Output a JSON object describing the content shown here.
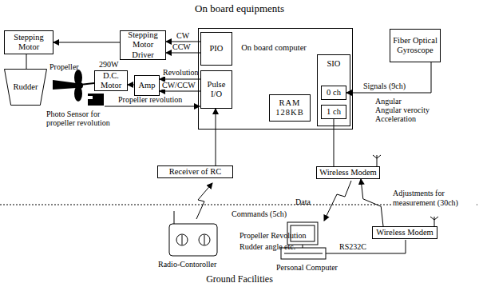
{
  "diagram": {
    "title": "On board equipments",
    "nodes": [
      {
        "text": [
          "Stepping Motor"
        ]
      },
      {
        "text": [
          "Stepping Motor Driver"
        ]
      },
      {
        "text": [
          "On board computer"
        ]
      },
      {
        "text": [
          "PIO"
        ],
        "in": 2
      },
      {
        "text": [
          "Pulse I/O"
        ],
        "in": 2
      },
      {
        "text": [
          "RAM 128KB"
        ],
        "in": 2
      },
      {
        "text": [
          "SIO"
        ],
        "in": 2
      },
      {
        "text": [
          "0 ch"
        ],
        "in": 6
      },
      {
        "text": [
          "1 ch"
        ],
        "in": 6
      },
      {
        "text": [
          "Fiber Optical Gyroscope"
        ]
      },
      {
        "text": [
          "Rudder"
        ]
      },
      {
        "text": [
          "D.C. Motor"
        ]
      },
      {
        "text": [
          "Amp"
        ]
      },
      {
        "text": [
          "Receiver of RC"
        ]
      },
      {
        "text": [
          "Wireless Modem"
        ]
      },
      {
        "text": [
          "Wireless Modem"
        ]
      }
    ],
    "edges": [
      {
        "from": 1,
        "to": 0,
        "arrow": "to"
      },
      {
        "from": 3,
        "to": 1,
        "arrow": "to",
        "label": "CW"
      },
      {
        "from": 3,
        "to": 1,
        "arrow": "to",
        "label": "CCW"
      },
      {
        "from": 0,
        "to": 10,
        "arrow": "none"
      },
      {
        "from": 4,
        "to": 12,
        "arrow": "to",
        "label": "Revolution"
      },
      {
        "from": 4,
        "to": 12,
        "arrow": "to",
        "label": "CW/CCW"
      },
      {
        "from": 12,
        "to": 11,
        "arrow": "to"
      },
      {
        "from": 13,
        "to": 4,
        "arrow": "to"
      },
      {
        "from": 9,
        "to": 7,
        "arrow": "to"
      },
      {
        "from": 8,
        "to": 14,
        "arrow": "none"
      },
      {
        "from": 15,
        "to": 14,
        "arrow": "to",
        "label": "Adjustments for measurement (30ch)"
      }
    ],
    "labels": [
      "Propeller",
      "290W",
      "Photo Sensor for propeller revolution",
      "Propeller revolution",
      "Signals (9ch)",
      "Angular",
      "Angular verocity",
      "Acceleration",
      "Commands (5ch)",
      "Propeller Revolution",
      "Rudder angle etc.",
      "Data",
      "RS232C",
      "Radio-Contoroller",
      "Personal Computer",
      "Ground Facilities"
    ]
  }
}
